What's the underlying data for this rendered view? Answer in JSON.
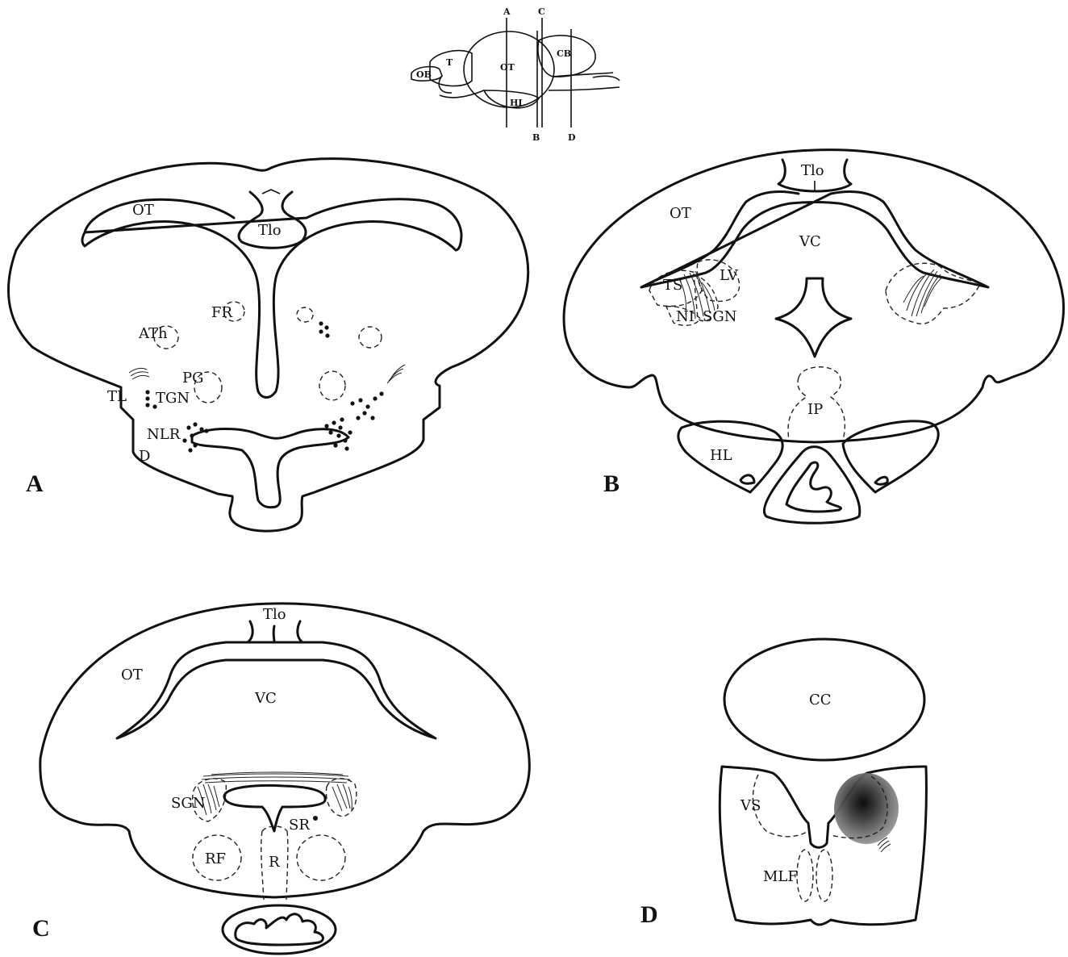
{
  "inset": {
    "labels": {
      "ob": "OB",
      "t": "T",
      "ot": "OT",
      "cb": "CB",
      "hl": "HL"
    },
    "section_markers": {
      "a": "A",
      "b": "B",
      "c": "C",
      "d": "D"
    }
  },
  "panel_a": {
    "letter": "A",
    "labels": {
      "ot": "OT",
      "tlo": "Tlo",
      "fr": "FR",
      "ath": "ATh",
      "pg": "PG",
      "tl": "TL",
      "tgn": "TGN",
      "nlr": "NLR",
      "d": "D"
    }
  },
  "panel_b": {
    "letter": "B",
    "labels": {
      "tlo": "Tlo",
      "ot": "OT",
      "vc": "VC",
      "lv": "LV",
      "ts": "TS",
      "ni": "NI",
      "sgn": "SGN",
      "ip": "IP",
      "hl": "HL"
    }
  },
  "panel_c": {
    "letter": "C",
    "labels": {
      "tlo": "Tlo",
      "ot": "OT",
      "vc": "VC",
      "sgn": "SGN",
      "sr": "SR",
      "rf": "RF",
      "r": "R"
    }
  },
  "panel_d": {
    "letter": "D",
    "labels": {
      "cc": "CC",
      "vs": "VS",
      "mlf": "MLF"
    }
  }
}
